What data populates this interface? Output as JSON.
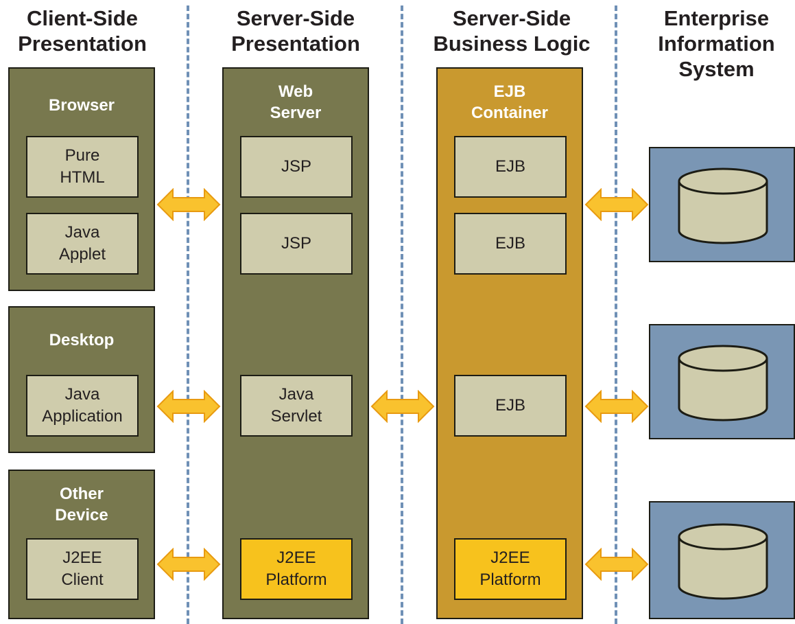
{
  "columns": {
    "client": "Client-Side\nPresentation",
    "server_presentation": "Server-Side\nPresentation",
    "business": "Server-Side\nBusiness Logic",
    "eis": "Enterprise\nInformation\nSystem"
  },
  "client": {
    "browser": {
      "title": "Browser",
      "components": [
        "Pure\nHTML",
        "Java\nApplet"
      ]
    },
    "desktop": {
      "title": "Desktop",
      "components": [
        "Java\nApplication"
      ]
    },
    "other": {
      "title": "Other\nDevice",
      "components": [
        "J2EE\nClient"
      ]
    }
  },
  "web_server": {
    "title": "Web\nServer",
    "components": [
      "JSP",
      "JSP",
      "Java\nServlet"
    ],
    "platform": "J2EE\nPlatform"
  },
  "ejb_container": {
    "title": "EJB\nContainer",
    "components": [
      "EJB",
      "EJB",
      "EJB"
    ],
    "platform": "J2EE\nPlatform"
  },
  "eis": {
    "databases": 3
  },
  "colors": {
    "olive": "#78784e",
    "gold": "#c9992f",
    "slate": "#7a96b4",
    "component": "#cfccac",
    "platform": "#f7c21d",
    "arrow": "#f9c22e",
    "divider": "#6f90b6"
  },
  "icons": {
    "arrow": "double-arrow-icon",
    "database": "database-icon"
  }
}
